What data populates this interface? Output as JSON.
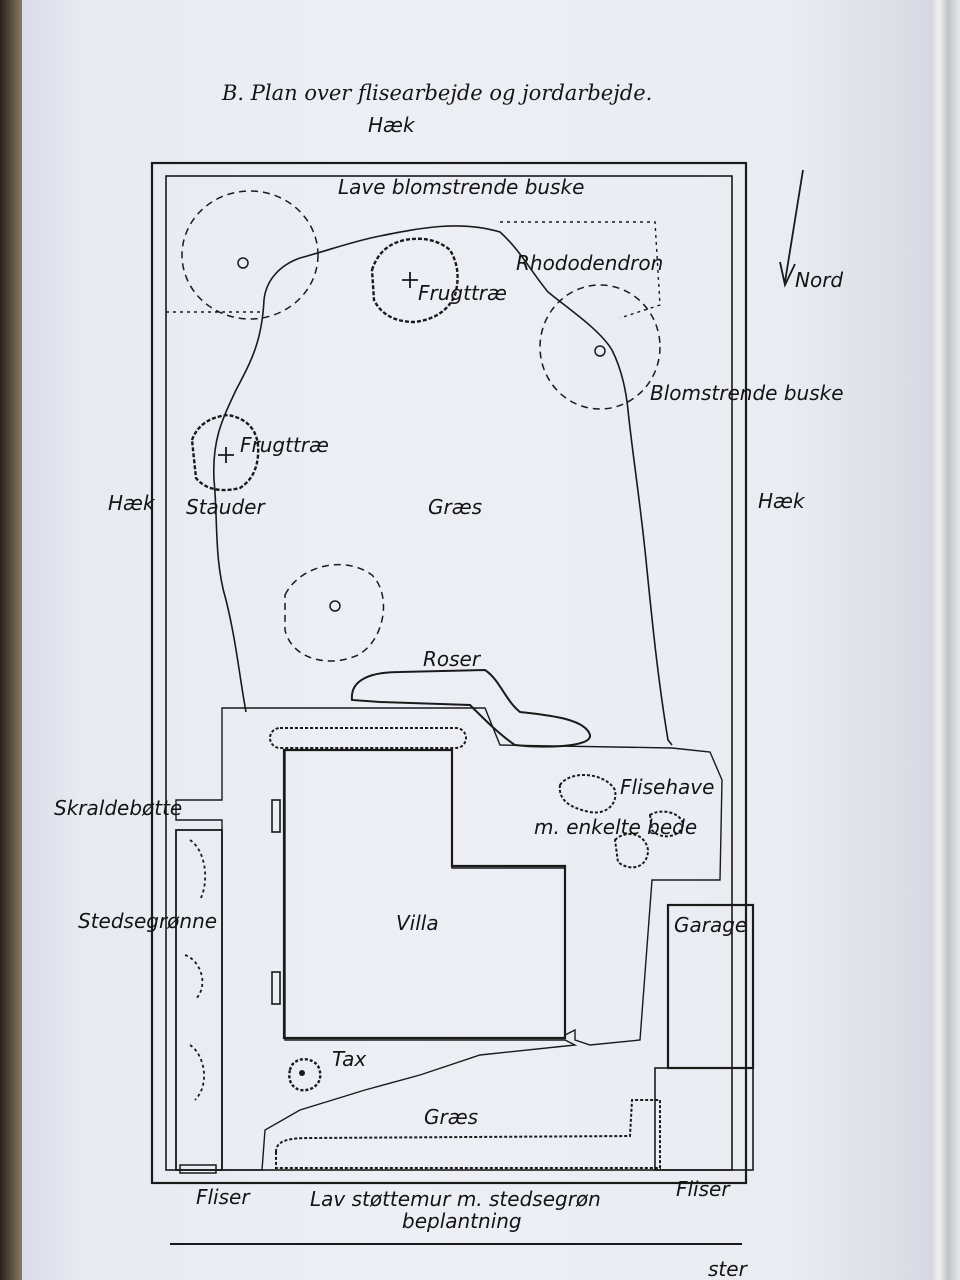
{
  "title": "B. Plan over flisearbejde og jordarbejde.",
  "labels": {
    "haek_top": "Hæk",
    "haek_left": "Hæk",
    "haek_right": "Hæk",
    "lave_buske": "Lave blomstrende buske",
    "rhododendron": "Rhododendron",
    "nord": "Nord",
    "frugttrae_1": "Frugttræ",
    "frugttrae_2": "Frugttræ",
    "blomstrende_buske": "Blomstrende buske",
    "stauder": "Stauder",
    "graes_1": "Græs",
    "roser": "Roser",
    "skraldebotte": "Skraldebøtte",
    "flisehave": "Flisehave",
    "enkelte_bede": "m. enkelte bede",
    "stedsegronne": "Stedsegrønne",
    "villa": "Villa",
    "garage": "Garage",
    "tax": "Tax",
    "graes_2": "Græs",
    "fliser_left": "Fliser",
    "stottemur_1": "Lav støttemur m. stedsegrøn",
    "stottemur_2": "beplantning",
    "fliser_right": "Fliser",
    "footer_fragment": "ster"
  }
}
